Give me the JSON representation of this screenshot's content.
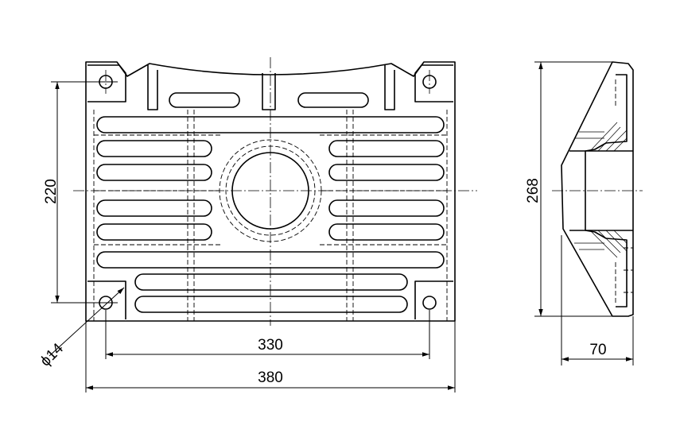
{
  "dimensions": {
    "hole_diameter": "ϕ14",
    "hole_spacing_width": "330",
    "overall_width": "380",
    "hole_spacing_height": "220",
    "overall_height": "268",
    "depth": "70"
  },
  "colors": {
    "line": "#000000",
    "background": "#ffffff"
  }
}
